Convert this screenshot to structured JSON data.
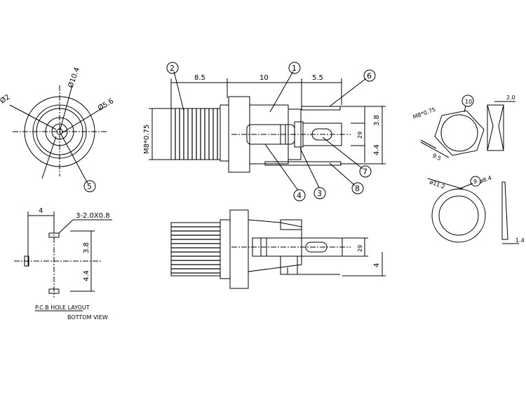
{
  "colors": {
    "line": "#000000",
    "background": "#ffffff"
  },
  "front_view": {
    "dim_outer": "Ø2",
    "dim_mid": "Ø10.4",
    "dim_inner": "Ø5.6",
    "callout_5": "5"
  },
  "side_view": {
    "dim_thread_len": "8.5",
    "dim_body_len": "10",
    "dim_pin_len": "5.5",
    "dim_thread": "M8*0.75",
    "dim_v1": "3.8",
    "dim_v2": "4.4",
    "dim_slot": "29",
    "callouts": [
      "2",
      "1",
      "6",
      "7",
      "8",
      "3",
      "4"
    ]
  },
  "bottom_view": {
    "dim_slot": "29",
    "dim_right": "4"
  },
  "pcb_layout": {
    "dim_width": "4",
    "dim_holes": "3-2.0X0.8",
    "dim_v1": "3.8",
    "dim_v2": "4.4",
    "title": "P.C.B HOLE LAYOUT",
    "subtitle": "BOTTOM VIEW"
  },
  "nut": {
    "callout": "10",
    "dim_thread": "M8*0.75",
    "dim_width": "9.5",
    "dim_thickness": "2.0"
  },
  "washer": {
    "callout": "9",
    "dim_outer": "ø11.2",
    "dim_inner": "ø8.4",
    "dim_thickness": "1.4"
  }
}
